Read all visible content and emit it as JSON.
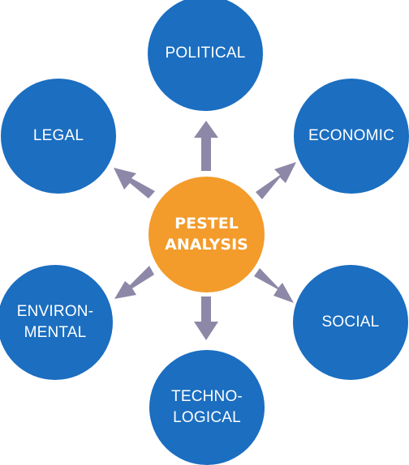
{
  "diagram": {
    "center": {
      "label": "PESTEL\nANALYSIS",
      "color": "#f39b2b"
    },
    "node_color": "#1b6ec0",
    "arrow_color": "#8d88a8",
    "nodes": [
      {
        "id": "political",
        "label": "POLITICAL"
      },
      {
        "id": "economic",
        "label": "ECONOMIC"
      },
      {
        "id": "social",
        "label": "SOCIAL"
      },
      {
        "id": "technological",
        "label": "TECHNO-\nLOGICAL"
      },
      {
        "id": "environmental",
        "label": "ENVIRON-\nMENTAL"
      },
      {
        "id": "legal",
        "label": "LEGAL"
      }
    ]
  }
}
